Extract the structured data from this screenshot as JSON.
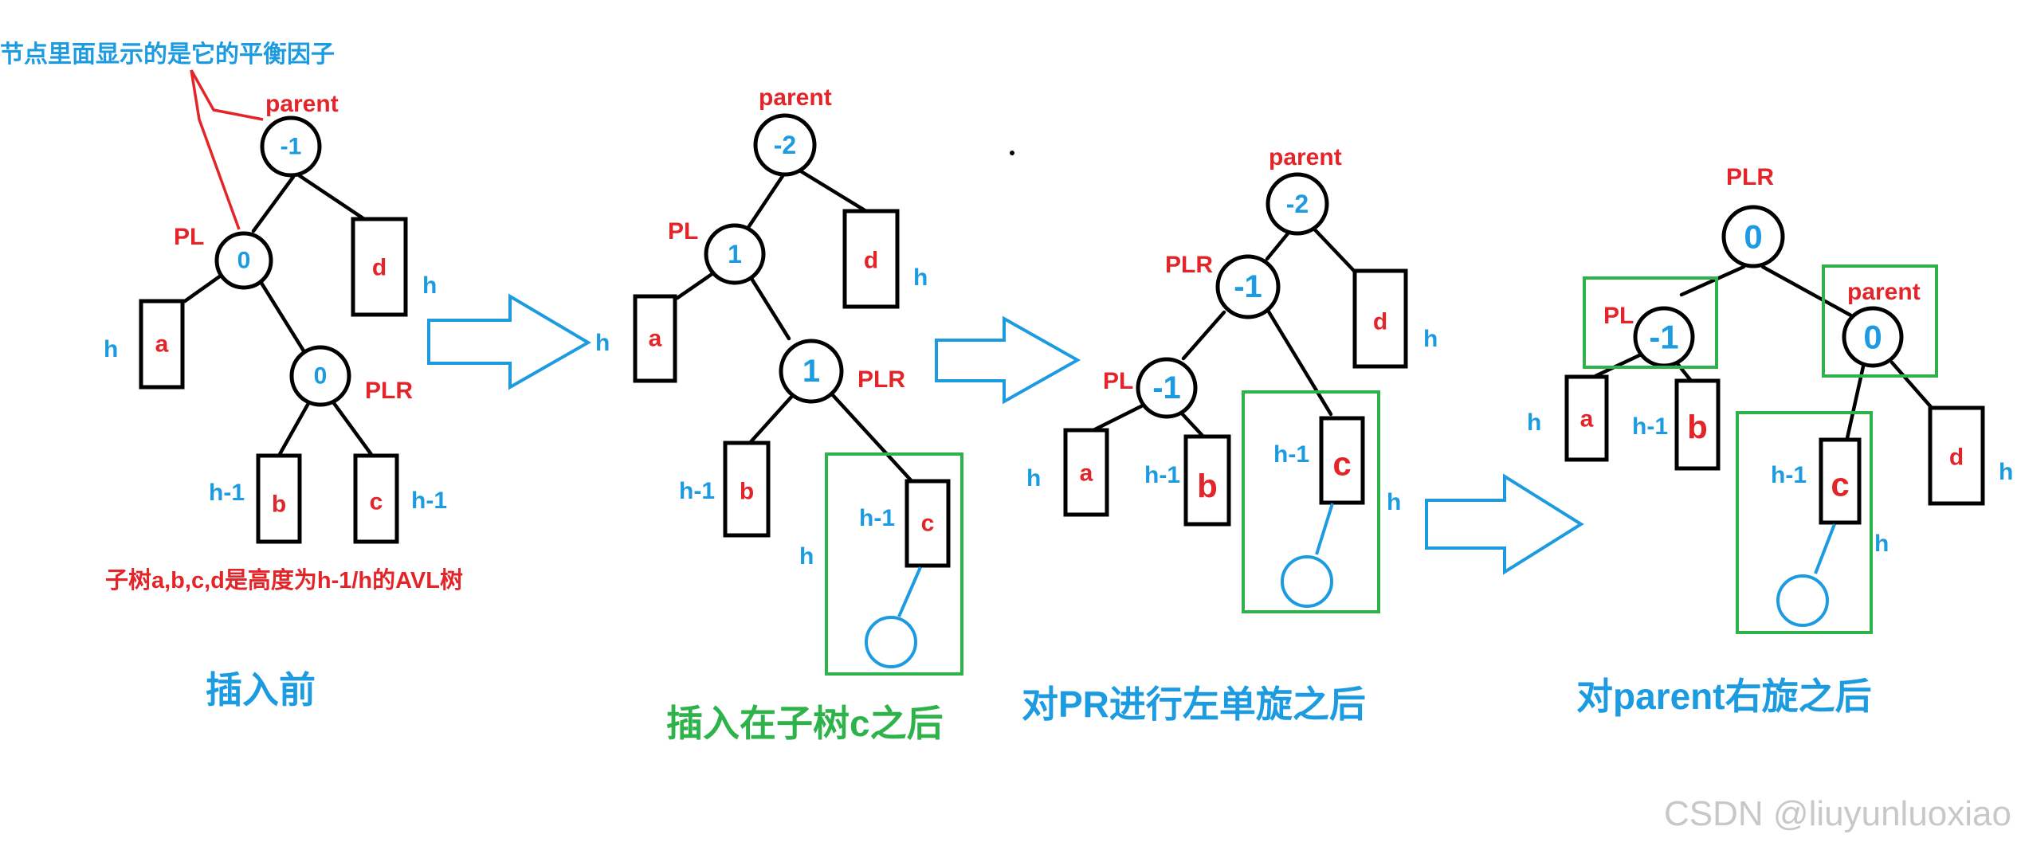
{
  "note": {
    "text": "节点里面显示的是它的平衡因子"
  },
  "panels": [
    {
      "caption": "插入前",
      "nodes": {
        "parent": "-1",
        "pl": "0",
        "plr": "0"
      },
      "labels": {
        "parent": "parent",
        "pl": "PL",
        "plr": "PLR"
      },
      "subtrees": {
        "a": "a",
        "b": "b",
        "c": "c",
        "d": "d"
      },
      "heights": {
        "a": "h",
        "b": "h-1",
        "c": "h-1",
        "d": "h"
      },
      "footnote": "子树a,b,c,d是高度为h-1/h的AVL树"
    },
    {
      "caption": "插入在子树c之后",
      "nodes": {
        "parent": "-2",
        "pl": "1",
        "plr": "1"
      },
      "labels": {
        "parent": "parent",
        "pl": "PL",
        "plr": "PLR"
      },
      "subtrees": {
        "a": "a",
        "b": "b",
        "c": "c",
        "d": "d"
      },
      "heights": {
        "a": "h",
        "b": "h-1",
        "c": "h-1",
        "d": "h",
        "group": "h"
      }
    },
    {
      "caption": "对PR进行左单旋之后",
      "nodes": {
        "parent": "-2",
        "plr": "-1",
        "pl": "-1"
      },
      "labels": {
        "parent": "parent",
        "plr": "PLR",
        "pl": "PL"
      },
      "subtrees": {
        "a": "a",
        "b": "b",
        "c": "c",
        "d": "d"
      },
      "heights": {
        "a": "h",
        "b": "h-1",
        "c": "h-1",
        "d": "h",
        "group": "h"
      }
    },
    {
      "caption": "对parent右旋之后",
      "nodes": {
        "plr": "0",
        "pl": "-1",
        "parent": "0"
      },
      "labels": {
        "plr": "PLR",
        "pl": "PL",
        "parent": "parent"
      },
      "subtrees": {
        "a": "a",
        "b": "b",
        "c": "c",
        "d": "d"
      },
      "heights": {
        "a": "h",
        "b": "h-1",
        "c": "h-1",
        "d": "h",
        "group": "h"
      }
    }
  ],
  "watermark": "CSDN @liuyunluoxiao",
  "colors": {
    "red": "#e3252a",
    "blue": "#1d9be0",
    "green": "#2db34a",
    "black": "#000000"
  }
}
